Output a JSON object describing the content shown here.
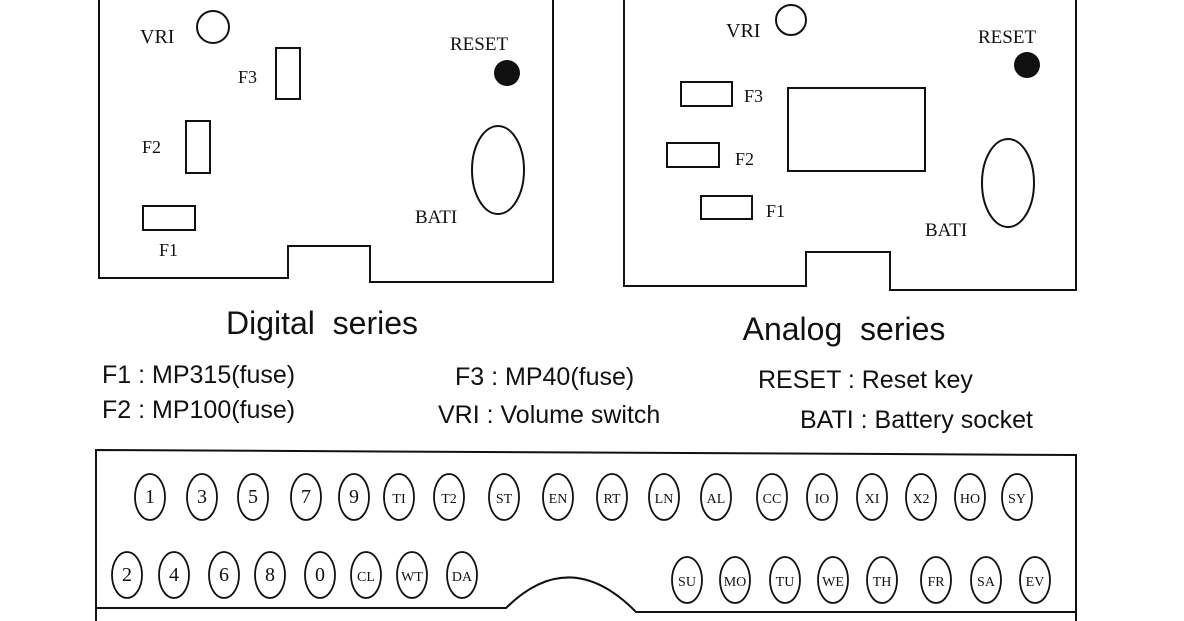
{
  "digital": {
    "vr_label": "VRI",
    "reset_label": "RESET",
    "f3_label": "F3",
    "f2_label": "F2",
    "f1_label": "F1",
    "bat_label": "BATI",
    "caption": "Digital  series"
  },
  "analog": {
    "vr_label": "VRI",
    "reset_label": "RESET",
    "f3_label": "F3",
    "f2_label": "F2",
    "f1_label": "F1",
    "bat_label": "BATI",
    "caption": "Analog  series"
  },
  "legend": {
    "f1": "F1 : MP315(fuse)",
    "f2": "F2 : MP100(fuse)",
    "f3": "F3 : MP40(fuse)",
    "vri": "VRI : Volume switch",
    "reset": "RESET : Reset key",
    "bati": "BATI : Battery socket"
  },
  "keypad": {
    "row1": [
      "1",
      "3",
      "5",
      "7",
      "9",
      "TI",
      "T2",
      "ST",
      "EN",
      "RT",
      "LN",
      "AL",
      "CC",
      "IO",
      "XI",
      "X2",
      "HO",
      "SY"
    ],
    "row2_left": [
      "2",
      "4",
      "6",
      "8",
      "0",
      "CL",
      "WT",
      "DA"
    ],
    "row2_right": [
      "SU",
      "MO",
      "TU",
      "WE",
      "TH",
      "FR",
      "SA",
      "EV"
    ]
  }
}
